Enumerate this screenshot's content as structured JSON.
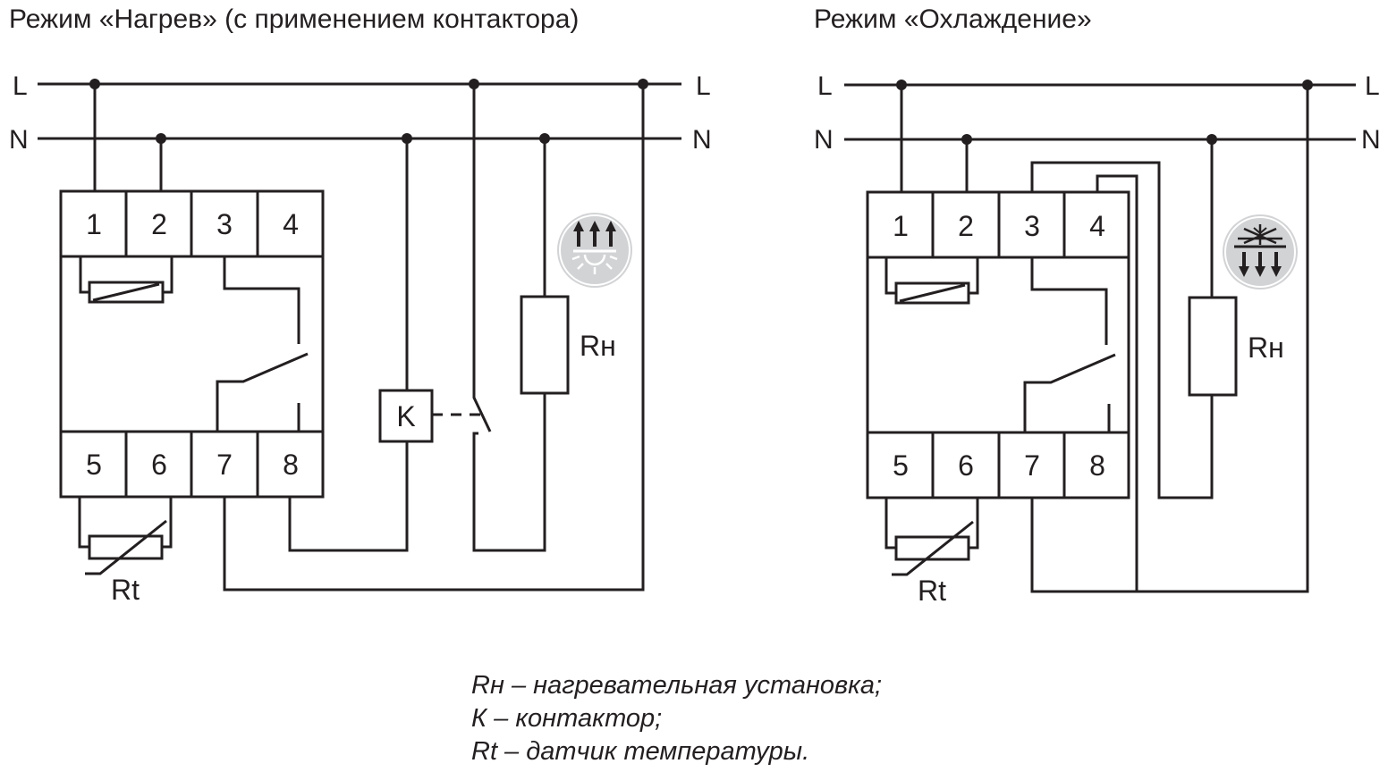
{
  "heating": {
    "title": "Режим «Нагрев» (с применением контактора)",
    "bus_left": {
      "l": "L",
      "n": "N"
    },
    "bus_right": {
      "l": "L",
      "n": "N"
    },
    "terminals_top": [
      "1",
      "2",
      "3",
      "4"
    ],
    "terminals_bottom": [
      "5",
      "6",
      "7",
      "8"
    ],
    "contactor": "K",
    "load": "Rн",
    "sensor": "Rt",
    "mode_icon": "heating-sun-icon"
  },
  "cooling": {
    "title": "Режим «Охлаждение»",
    "bus_left": {
      "l": "L",
      "n": "N"
    },
    "bus_right": {
      "l": "L",
      "n": "N"
    },
    "terminals_top": [
      "1",
      "2",
      "3",
      "4"
    ],
    "terminals_bottom": [
      "5",
      "6",
      "7",
      "8"
    ],
    "load": "Rн",
    "sensor": "Rt",
    "mode_icon": "cooling-snowflake-icon"
  },
  "legend": [
    "Rн – нагревательная установка;",
    "К – контактор;",
    "Rt – датчик температуры."
  ]
}
